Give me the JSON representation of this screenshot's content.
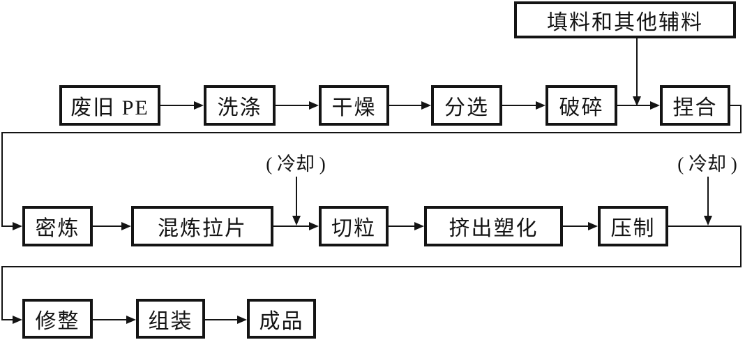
{
  "diagram": {
    "type": "flowchart",
    "language": "zh-CN",
    "colors": {
      "line": "#141414",
      "background": "#ffffff"
    },
    "nodes": {
      "filler": "填料和其他辅料",
      "waste_pe": "废旧 PE",
      "washing": "洗涤",
      "drying": "干燥",
      "sorting": "分选",
      "crushing": "破碎",
      "kneading": "捏合",
      "banbury_mixing": "密炼",
      "mixing_sheeting": "混炼拉片",
      "pelletizing": "切粒",
      "extrusion_plasticizing": "挤出塑化",
      "pressing": "压制",
      "trimming": "修整",
      "assembly": "组装",
      "finished_product": "成品"
    },
    "annotations": {
      "cooling_1": "( 冷却 )",
      "cooling_2": "( 冷却 )"
    },
    "flow": [
      "废旧 PE → 洗涤 → 干燥 → 分选 → 破碎 → 捏合",
      "填料和其他辅料 → (捏合前汇入)",
      "捏合 → 密炼 → 混炼拉片 → (冷却) → 切粒 → 挤出塑化 → 压制 → (冷却)",
      "→ 修整 → 组装 → 成品"
    ]
  }
}
